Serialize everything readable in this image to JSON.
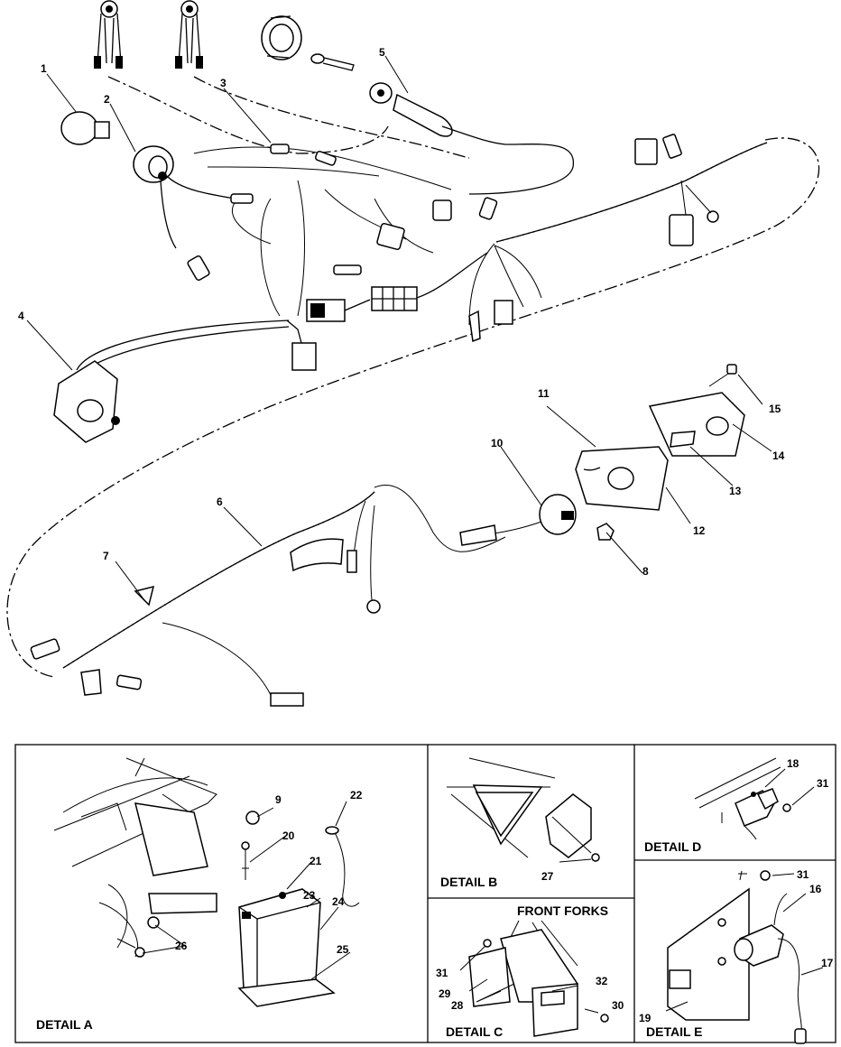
{
  "callouts": [
    {
      "id": "c1",
      "text": "1"
    },
    {
      "id": "c2",
      "text": "2"
    },
    {
      "id": "c3",
      "text": "3"
    },
    {
      "id": "c4",
      "text": "4"
    },
    {
      "id": "c5",
      "text": "5"
    },
    {
      "id": "c6",
      "text": "6"
    },
    {
      "id": "c7",
      "text": "7"
    },
    {
      "id": "c8",
      "text": "8"
    },
    {
      "id": "c9",
      "text": "9"
    },
    {
      "id": "c10",
      "text": "10"
    },
    {
      "id": "c11",
      "text": "11"
    },
    {
      "id": "c12",
      "text": "12"
    },
    {
      "id": "c13",
      "text": "13"
    },
    {
      "id": "c14",
      "text": "14"
    },
    {
      "id": "c15",
      "text": "15"
    },
    {
      "id": "c16",
      "text": "16"
    },
    {
      "id": "c17",
      "text": "17"
    },
    {
      "id": "c18",
      "text": "18"
    },
    {
      "id": "c19",
      "text": "19"
    },
    {
      "id": "c20",
      "text": "20"
    },
    {
      "id": "c21",
      "text": "21"
    },
    {
      "id": "c22",
      "text": "22"
    },
    {
      "id": "c23",
      "text": "23"
    },
    {
      "id": "c24",
      "text": "24"
    },
    {
      "id": "c25",
      "text": "25"
    },
    {
      "id": "c26",
      "text": "26"
    },
    {
      "id": "c27",
      "text": "27"
    },
    {
      "id": "c28",
      "text": "28"
    },
    {
      "id": "c29",
      "text": "29"
    },
    {
      "id": "c30",
      "text": "30"
    },
    {
      "id": "c31c",
      "text": "31"
    },
    {
      "id": "c31d",
      "text": "31"
    },
    {
      "id": "c31e",
      "text": "31"
    },
    {
      "id": "c32",
      "text": "32"
    }
  ],
  "details": {
    "a": "DETAIL A",
    "b": "DETAIL B",
    "c": "DETAIL C",
    "d": "DETAIL D",
    "e": "DETAIL E",
    "front_forks": "FRONT FORKS"
  }
}
